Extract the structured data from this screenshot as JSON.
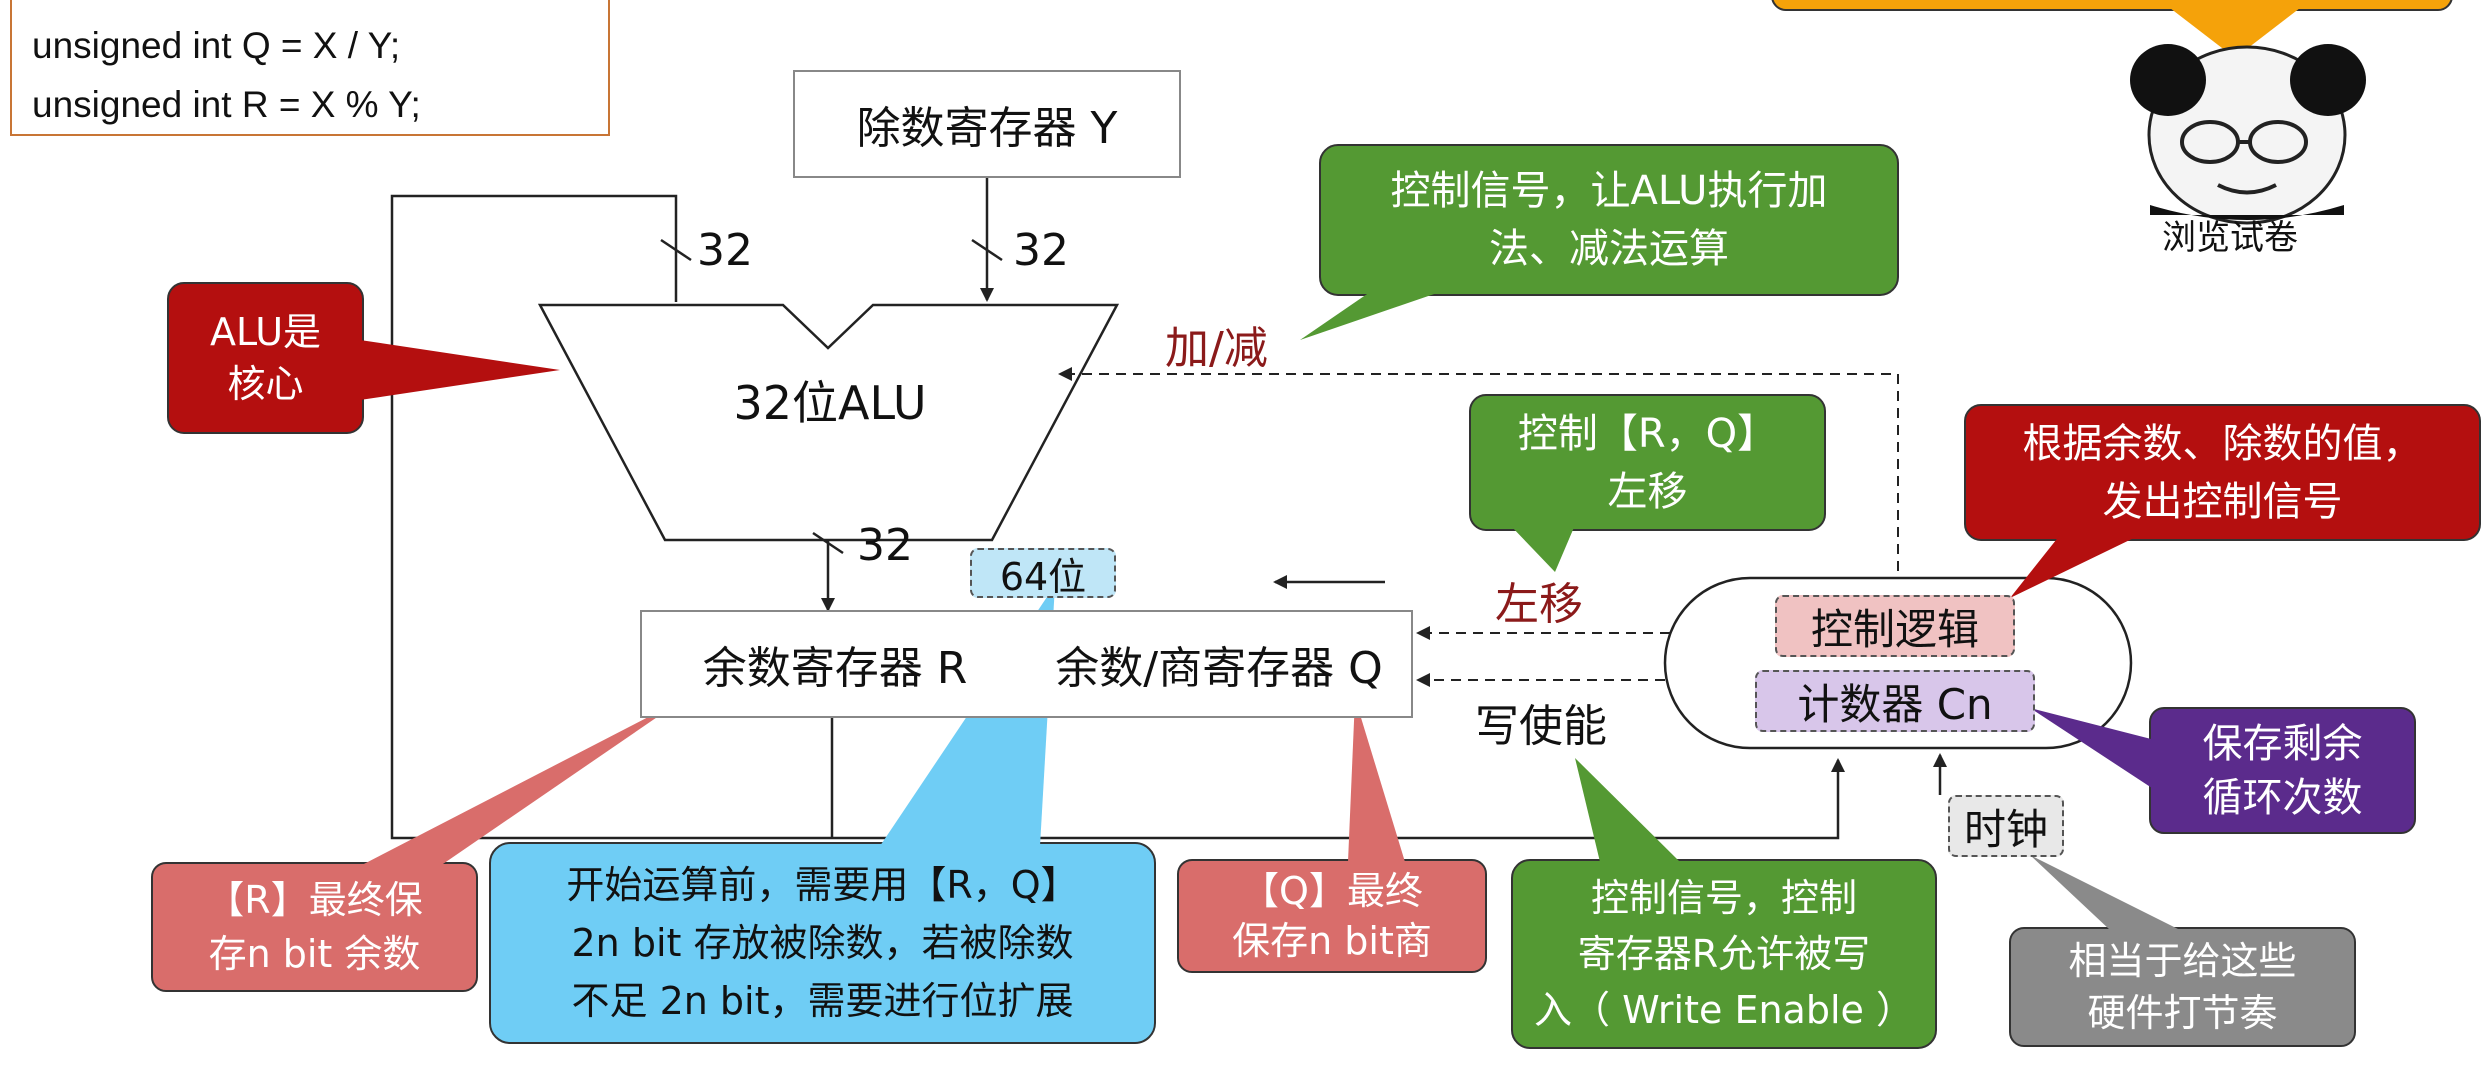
{
  "code": {
    "lines": [
      "unsigned int Q = X / Y;",
      "unsigned int R = X % Y;"
    ]
  },
  "divisor_register": "除数寄存器 Y",
  "alu": "32位ALU",
  "bus_widths": {
    "in_left": "32",
    "in_right": "32",
    "out": "32"
  },
  "remainder_register": "余数寄存器 R",
  "quotient_register": "余数/商寄存器 Q",
  "width_tag": "64位",
  "control_logic": "控制逻辑",
  "counter": "计数器 Cn",
  "clock": "时钟",
  "signals": {
    "add_sub": "加/减",
    "shift_left": "左移",
    "write_enable": "写使能"
  },
  "callouts": {
    "alu_core": "ALU是\n核心",
    "alu_control": "控制信号，让ALU执行加\n法、减法运算",
    "shift_control": "控制【R，Q】\n左移",
    "control_logic_desc": "根据余数、除数的值，\n发出控制信号",
    "counter_desc": "保存剩余\n循环次数",
    "clock_desc": "相当于给这些\n硬件打节奏",
    "r_final": "【R】最终保\n存n bit 余数",
    "rq_dividend": "开始运算前，需要用【R，Q】\n2n bit 存放被除数，若被除数\n不足 2n bit，需要进行位扩展",
    "q_final": "【Q】最终\n保存n bit商",
    "write_enable_desc": "控制信号，控制\n寄存器R允许被写\n入（ Write Enable ）"
  },
  "mascot_caption": "浏览试卷",
  "colors": {
    "red": "#b40f0f",
    "green": "#549933",
    "blue": "#6fcdf5",
    "salmon": "#d96d6b",
    "purple": "#5b2b8c",
    "gray": "#8a8a8a",
    "pink_tag": "#f0c2c2",
    "lavender_tag": "#d8c6ea",
    "light_blue_tag": "#bfe6f7",
    "orange": "#f5a20a"
  }
}
